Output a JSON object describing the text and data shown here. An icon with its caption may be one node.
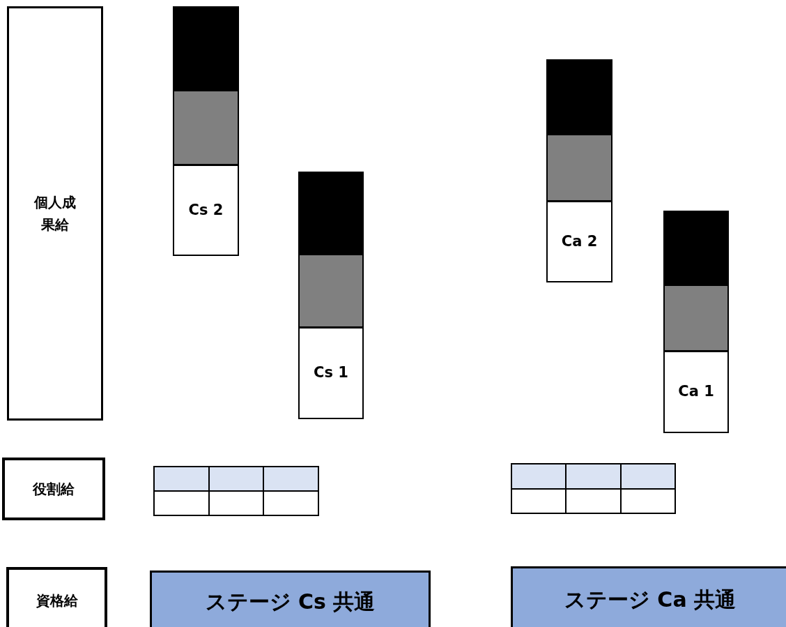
{
  "diagram": {
    "nodes": [
      {
        "text": [
          "個人成果給"
        ]
      },
      {
        "text": [],
        "shape": "box"
      },
      {
        "text": [],
        "shape": "box"
      },
      {
        "text": [
          "Cs 2"
        ]
      },
      {
        "text": [],
        "shape": "box"
      },
      {
        "text": [],
        "shape": "box"
      },
      {
        "text": [
          "Ca 2"
        ]
      },
      {
        "text": [],
        "shape": "box"
      },
      {
        "text": [],
        "shape": "box"
      },
      {
        "text": [
          "Cs 1"
        ]
      },
      {
        "text": [],
        "shape": "box"
      },
      {
        "text": [],
        "shape": "box"
      },
      {
        "text": [
          "Ca 1"
        ]
      },
      {
        "text": [
          "役割給"
        ]
      },
      {
        "text": [
          "資格給"
        ]
      },
      {
        "text": [
          "ステージ Cs 共通"
        ]
      },
      {
        "text": [
          "ステージ Ca 共通"
        ]
      }
    ]
  }
}
